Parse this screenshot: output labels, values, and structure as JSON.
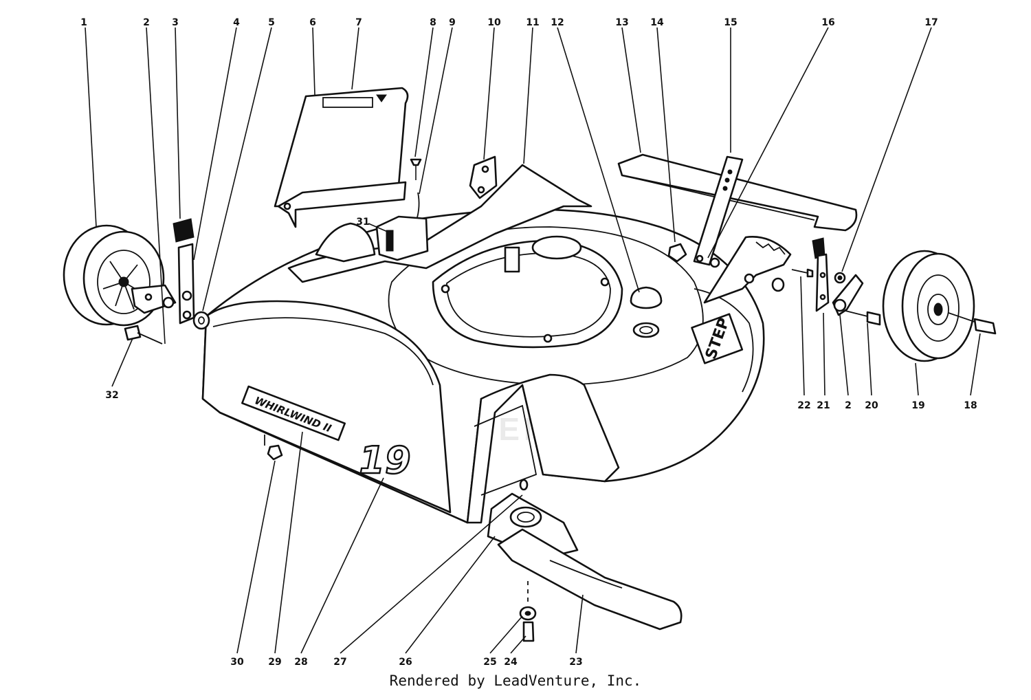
{
  "diagram": {
    "callouts": [
      "1",
      "2",
      "3",
      "4",
      "5",
      "6",
      "7",
      "8",
      "9",
      "10",
      "11",
      "12",
      "13",
      "14",
      "15",
      "16",
      "17",
      "18",
      "19",
      "20",
      "21",
      "22",
      "23",
      "24",
      "25",
      "26",
      "27",
      "28",
      "29",
      "30",
      "31",
      "32",
      "2"
    ],
    "deck_decal": "WHIRLWIND II",
    "deck_size": "19",
    "step_decal": "STEP",
    "watermark": "LEADVENTURE"
  },
  "footer": {
    "credit": "Rendered by LeadVenture, Inc."
  }
}
